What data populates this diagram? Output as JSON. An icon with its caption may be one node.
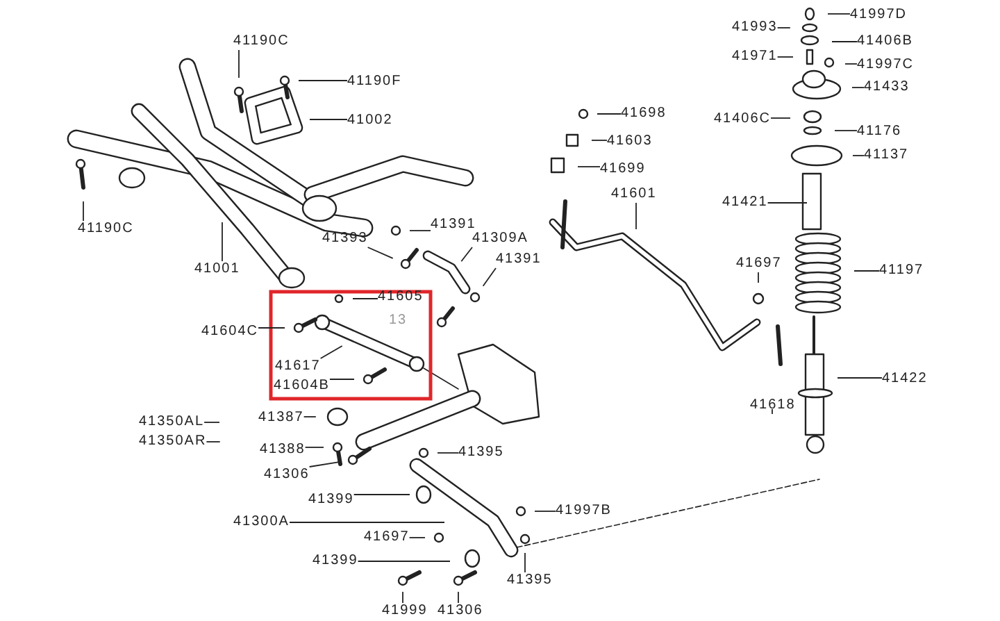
{
  "diagram": {
    "nodes": [
      {
        "text": [
          "41190C"
        ]
      },
      {
        "text": [
          "41190F"
        ]
      },
      {
        "text": [
          "41002"
        ]
      },
      {
        "text": [
          "41190C"
        ]
      },
      {
        "text": [
          "41001"
        ]
      },
      {
        "text": [
          "41393"
        ]
      },
      {
        "text": [
          "41391"
        ]
      },
      {
        "text": [
          "41309A"
        ]
      },
      {
        "text": [
          "41391"
        ]
      },
      {
        "text": [
          "41605"
        ]
      },
      {
        "text": [
          "41604C"
        ]
      },
      {
        "text": [
          "41617"
        ]
      },
      {
        "text": [
          "41604B"
        ]
      },
      {
        "text": [
          "41350AL"
        ]
      },
      {
        "text": [
          "41350AR"
        ]
      },
      {
        "text": [
          "41387"
        ]
      },
      {
        "text": [
          "41388"
        ]
      },
      {
        "text": [
          "41306"
        ]
      },
      {
        "text": [
          "41399"
        ]
      },
      {
        "text": [
          "41300A"
        ]
      },
      {
        "text": [
          "41697"
        ]
      },
      {
        "text": [
          "41399"
        ]
      },
      {
        "text": [
          "41999"
        ]
      },
      {
        "text": [
          "41306"
        ]
      },
      {
        "text": [
          "41395"
        ]
      },
      {
        "text": [
          "41997B"
        ]
      },
      {
        "text": [
          "41395"
        ]
      },
      {
        "text": [
          "41698"
        ]
      },
      {
        "text": [
          "41603"
        ]
      },
      {
        "text": [
          "41699"
        ]
      },
      {
        "text": [
          "41601"
        ]
      },
      {
        "text": [
          "41697"
        ]
      },
      {
        "text": [
          "41618"
        ]
      },
      {
        "text": [
          "41997D"
        ]
      },
      {
        "text": [
          "41993"
        ]
      },
      {
        "text": [
          "41406B"
        ]
      },
      {
        "text": [
          "41971"
        ]
      },
      {
        "text": [
          "41997C"
        ]
      },
      {
        "text": [
          "41433"
        ]
      },
      {
        "text": [
          "41406C"
        ]
      },
      {
        "text": [
          "41176"
        ]
      },
      {
        "text": [
          "41137"
        ]
      },
      {
        "text": [
          "41421"
        ]
      },
      {
        "text": [
          "41197"
        ]
      },
      {
        "text": [
          "41422"
        ]
      }
    ],
    "edges": [
      {
        "from": 0,
        "to": null,
        "arrow": "none"
      },
      {
        "from": 1,
        "to": null,
        "arrow": "none"
      },
      {
        "from": 2,
        "to": null,
        "arrow": "none"
      },
      {
        "from": 3,
        "to": null,
        "arrow": "none"
      },
      {
        "from": 4,
        "to": null,
        "arrow": "none"
      },
      {
        "from": 5,
        "to": null,
        "arrow": "none"
      },
      {
        "from": 6,
        "to": null,
        "arrow": "none"
      },
      {
        "from": 7,
        "to": null,
        "arrow": "none"
      },
      {
        "from": 8,
        "to": null,
        "arrow": "none"
      },
      {
        "from": 9,
        "to": null,
        "arrow": "none"
      },
      {
        "from": 10,
        "to": null,
        "arrow": "none"
      },
      {
        "from": 11,
        "to": null,
        "arrow": "none"
      },
      {
        "from": 12,
        "to": null,
        "arrow": "none"
      },
      {
        "from": 13,
        "to": null,
        "arrow": "none"
      },
      {
        "from": 14,
        "to": null,
        "arrow": "none"
      },
      {
        "from": 15,
        "to": null,
        "arrow": "none"
      },
      {
        "from": 16,
        "to": null,
        "arrow": "none"
      },
      {
        "from": 17,
        "to": null,
        "arrow": "none"
      },
      {
        "from": 18,
        "to": null,
        "arrow": "none"
      },
      {
        "from": 19,
        "to": null,
        "arrow": "none"
      },
      {
        "from": 20,
        "to": null,
        "arrow": "none"
      },
      {
        "from": 21,
        "to": null,
        "arrow": "none"
      },
      {
        "from": 22,
        "to": null,
        "arrow": "none"
      },
      {
        "from": 23,
        "to": null,
        "arrow": "none"
      },
      {
        "from": 24,
        "to": null,
        "arrow": "none"
      },
      {
        "from": 25,
        "to": null,
        "arrow": "none"
      },
      {
        "from": 26,
        "to": null,
        "arrow": "none"
      },
      {
        "from": 27,
        "to": null,
        "arrow": "none"
      },
      {
        "from": 28,
        "to": null,
        "arrow": "none"
      },
      {
        "from": 29,
        "to": null,
        "arrow": "none"
      },
      {
        "from": 30,
        "to": null,
        "arrow": "none"
      },
      {
        "from": 31,
        "to": null,
        "arrow": "none"
      },
      {
        "from": 32,
        "to": null,
        "arrow": "none"
      },
      {
        "from": 33,
        "to": null,
        "arrow": "none"
      },
      {
        "from": 34,
        "to": null,
        "arrow": "none"
      },
      {
        "from": 35,
        "to": null,
        "arrow": "none"
      },
      {
        "from": 36,
        "to": null,
        "arrow": "none"
      },
      {
        "from": 37,
        "to": null,
        "arrow": "none"
      },
      {
        "from": 38,
        "to": null,
        "arrow": "none"
      },
      {
        "from": 39,
        "to": null,
        "arrow": "none"
      },
      {
        "from": 40,
        "to": null,
        "arrow": "none"
      },
      {
        "from": 41,
        "to": null,
        "arrow": "none"
      },
      {
        "from": 42,
        "to": null,
        "arrow": "none"
      },
      {
        "from": 43,
        "to": null,
        "arrow": "none"
      },
      {
        "from": 44,
        "to": null,
        "arrow": "none"
      }
    ],
    "labels": [
      "13"
    ]
  }
}
